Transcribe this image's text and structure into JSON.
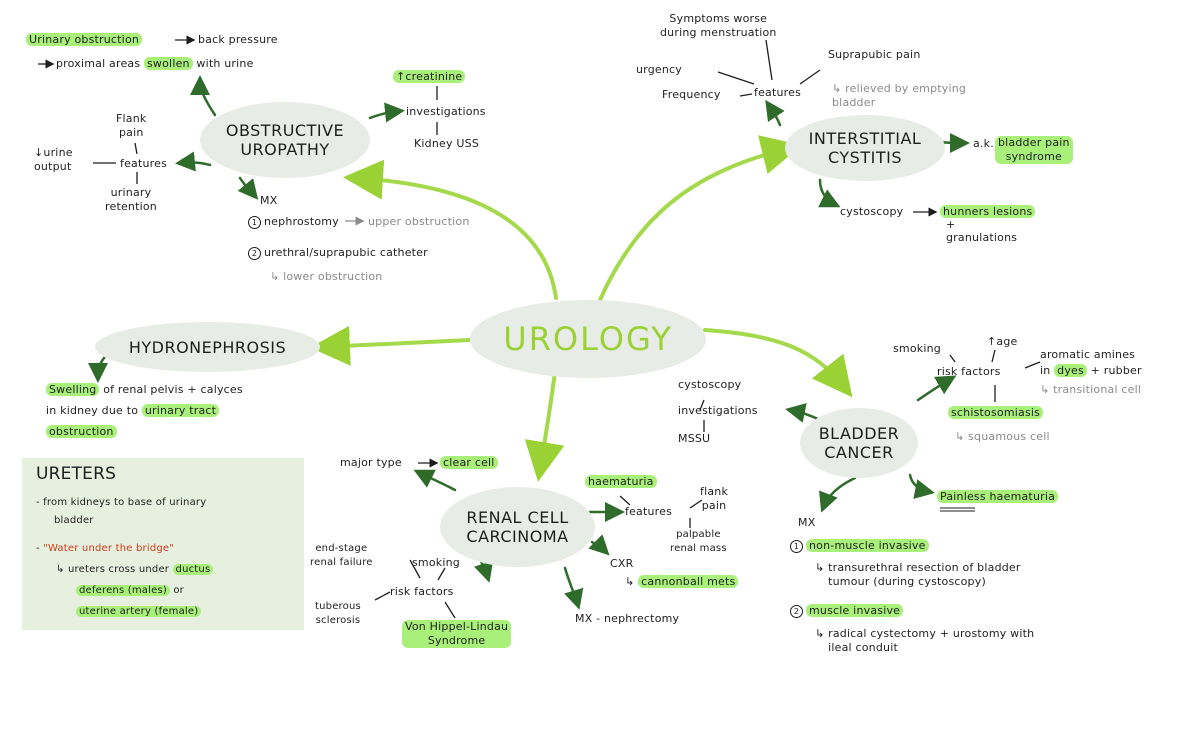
{
  "center": "UROLOGY",
  "obstructive": {
    "title": "OBSTRUCTIVE\nUROPATHY",
    "urinary_obstruction": "Urinary obstruction",
    "back_pressure": "back pressure",
    "proximal_areas": "proximal areas",
    "swollen": "swollen",
    "with_urine": "with urine",
    "flank_pain": "Flank\npain",
    "urine_output": "↓urine\noutput",
    "features": "features",
    "urinary_retention": "urinary\nretention",
    "creatinine": "↑creatinine",
    "investigations": "investigations",
    "kidney_uss": "Kidney USS",
    "mx": "MX",
    "nephrostomy": "nephrostomy",
    "upper_obstruction": "upper obstruction",
    "urethral_catheter": "urethral/suprapubic catheter",
    "lower_obstruction": "lower obstruction"
  },
  "interstitial": {
    "title": "INTERSTITIAL\nCYSTITIS",
    "symptoms_worse": "Symptoms worse\nduring menstruation",
    "urgency": "urgency",
    "frequency": "Frequency",
    "features": "features",
    "suprapubic_pain": "Suprapubic pain",
    "relieved": "relieved by emptying\nbladder",
    "aka": "a.k.",
    "bladder_pain_syndrome": "bladder pain\nsyndrome",
    "cystoscopy": "cystoscopy",
    "hunners": "hunners lesions",
    "granulations": "+ \ngranulations"
  },
  "hydronephrosis": {
    "title": "HYDRONEPHROSIS",
    "swelling": "Swelling",
    "of_renal": "of renal pelvis + calyces",
    "in_kidney": "in kidney due to",
    "urinary_tract": "urinary tract",
    "obstruction": "obstruction"
  },
  "ureters": {
    "title": "URETERS",
    "line1": "- from kidneys to base of urinary",
    "line2": "bladder",
    "quote": "\"Water under the bridge\"",
    "crosses": "ureters cross under",
    "ductus": "ductus",
    "deferens": "deferens (males)",
    "or": "or",
    "uterine": "uterine artery (female)"
  },
  "renal": {
    "title": "RENAL CELL\nCARCINOMA",
    "major_type": "major type",
    "clear_cell": "clear cell",
    "haematuria": "haematuria",
    "features": "features",
    "flank_pain": "flank\npain",
    "palpable": "palpable\nrenal mass",
    "cxr": "CXR",
    "cannonball": "cannonball mets",
    "mx": "MX - nephrectomy",
    "end_stage": "end-stage\nrenal failure",
    "smoking": "smoking",
    "risk_factors": "risk factors",
    "tuberous": "tuberous\nsclerosis",
    "vhl": "Von Hippel-Lindau\nSyndrome"
  },
  "bladder": {
    "title": "BLADDER\nCANCER",
    "smoking": "smoking",
    "age": "↑age",
    "risk_factors": "risk factors",
    "aromatic": "aromatic amines",
    "in": "in",
    "dyes": "dyes",
    "rubber": "+ rubber",
    "transitional": "transitional cell",
    "schisto": "schistosomiasis",
    "squamous": "squamous cell",
    "cystoscopy": "cystoscopy",
    "investigations": "investigations",
    "mssu": "MSSU",
    "painless": "Painless haematuria",
    "mx": "MX",
    "non_muscle": "non-muscle invasive",
    "turbt": "transurethral resection of bladder\ntumour (during cystoscopy)",
    "muscle": "muscle invasive",
    "radical": "radical cystectomy + urostomy with\nileal conduit"
  }
}
